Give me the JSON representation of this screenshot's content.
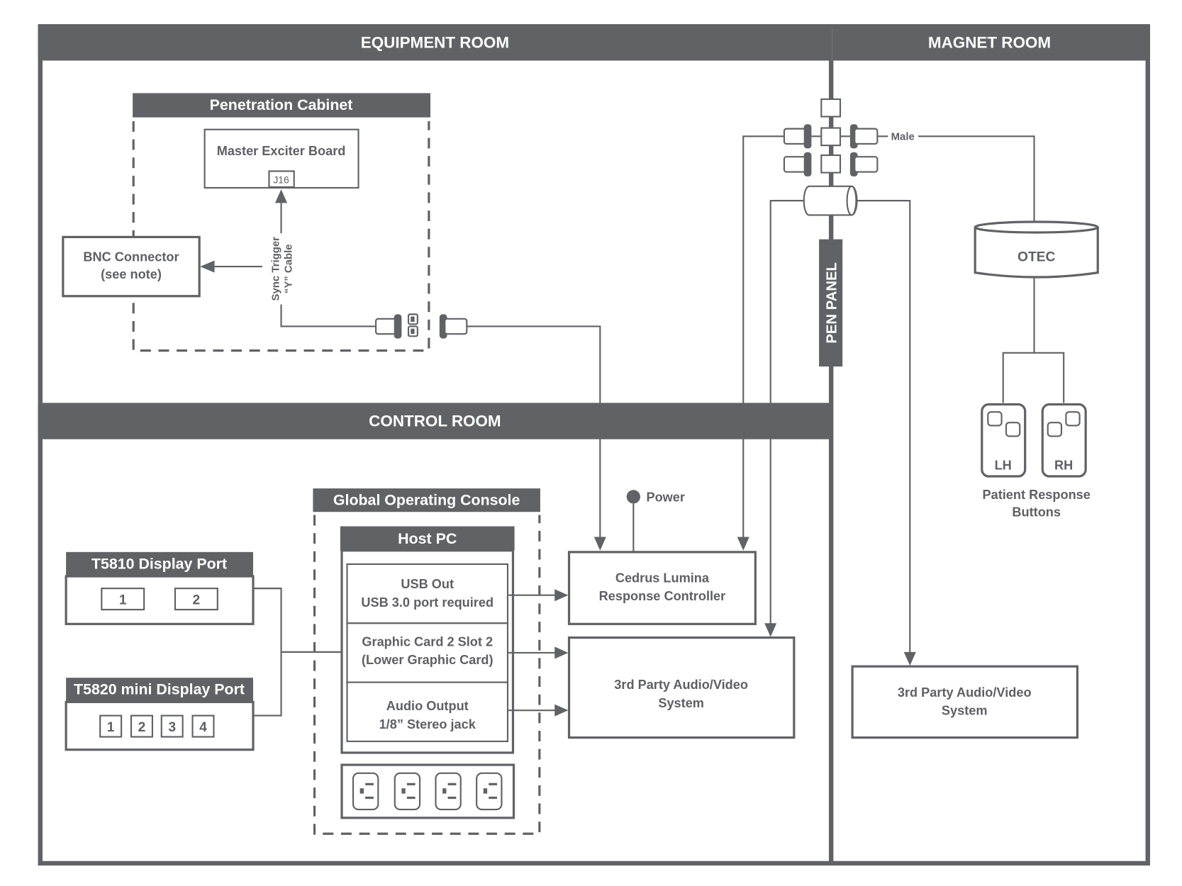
{
  "rooms": {
    "equipment": "EQUIPMENT ROOM",
    "magnet": "MAGNET ROOM",
    "control": "CONTROL ROOM"
  },
  "penetration_cabinet": {
    "title": "Penetration Cabinet",
    "master_exciter_board": "Master Exciter Board",
    "connector": "J16",
    "cable_label_line1": "Sync Trigger",
    "cable_label_line2": "“Y” Cable"
  },
  "bnc_connector": {
    "line1": "BNC Connector",
    "line2": "(see note)"
  },
  "pen_panel": {
    "label": "PEN PANEL",
    "male_label": "Male"
  },
  "otec": {
    "label": "OTEC"
  },
  "patient_response_buttons": {
    "left": "LH",
    "right": "RH",
    "caption_line1": "Patient Response",
    "caption_line2": "Buttons"
  },
  "global_operating_console": {
    "title": "Global Operating Console",
    "host_pc": {
      "title": "Host PC",
      "slots": [
        {
          "line1": "USB Out",
          "line2": "USB 3.0 port required"
        },
        {
          "line1": "Graphic Card 2 Slot 2",
          "line2": "(Lower Graphic Card)"
        },
        {
          "line1": "Audio Output",
          "line2": "1/8” Stereo jack"
        }
      ]
    },
    "power_outlets": 4
  },
  "t5810": {
    "title": "T5810 Display Port",
    "ports": [
      "1",
      "2"
    ]
  },
  "t5820": {
    "title": "T5820 mini Display Port",
    "ports": [
      "1",
      "2",
      "3",
      "4"
    ]
  },
  "power": {
    "label": "Power"
  },
  "cedrus": {
    "line1": "Cedrus Lumina",
    "line2": "Response Controller"
  },
  "av_control": {
    "line1": "3rd Party Audio/Video",
    "line2": "System"
  },
  "av_magnet": {
    "line1": "3rd Party Audio/Video",
    "line2": "System"
  }
}
